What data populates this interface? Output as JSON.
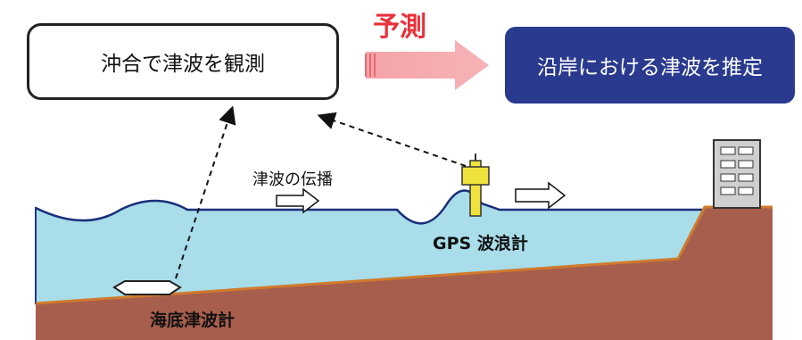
{
  "boxes": {
    "observe": "沖合で津波を観測",
    "estimate": "沿岸における津波を推定"
  },
  "prediction_label": "予測",
  "labels": {
    "propagation": "津波の伝播",
    "gps_gauge": "GPS 波浪計",
    "seabed_gauge": "海底津波計"
  },
  "colors": {
    "sea": "#a8dde9",
    "seabed": "#a85e4c",
    "seabed_edge": "#d07a2c",
    "estimate_box": "#2a3a8f",
    "prediction_red": "#e8323c",
    "gps_buoy": "#f0e23c"
  }
}
